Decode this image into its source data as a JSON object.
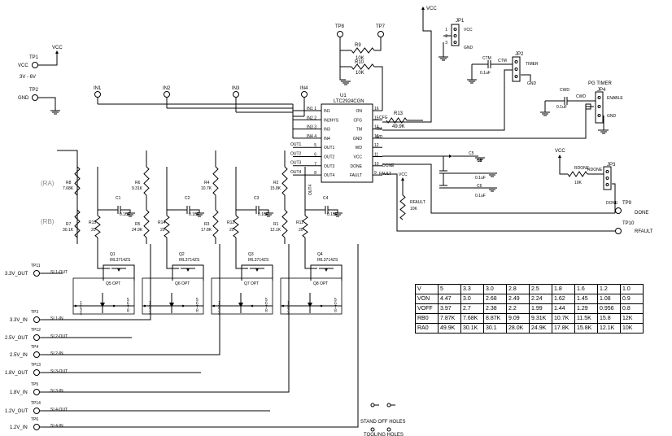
{
  "ic": {
    "ref": "U1",
    "part": "LTC2924CGN",
    "left_pins": [
      {
        "name": "IN1",
        "num": "1"
      },
      {
        "name": "IN2HYS",
        "num": "2"
      },
      {
        "name": "IN3",
        "num": "3"
      },
      {
        "name": "IN4",
        "num": "4"
      },
      {
        "name": "OUT1",
        "num": "5"
      },
      {
        "name": "OUT2",
        "num": "6"
      },
      {
        "name": "OUT3",
        "num": "7"
      },
      {
        "name": "OUT4",
        "num": "8"
      }
    ],
    "right_pins": [
      {
        "name": "ON",
        "num": "16"
      },
      {
        "name": "CFG",
        "num": "15"
      },
      {
        "name": "TM",
        "num": "14"
      },
      {
        "name": "GND",
        "num": "13"
      },
      {
        "name": "WD",
        "num": "12"
      },
      {
        "name": "VCC",
        "num": "11"
      },
      {
        "name": "DONE",
        "num": "10"
      },
      {
        "name": "FAULT",
        "num": "9"
      }
    ]
  },
  "top_inputs": [
    "IN1",
    "IN2",
    "IN3",
    "IN4"
  ],
  "test_points": [
    {
      "ref": "TP1",
      "name": "VCC",
      "extra": "3V - 6V"
    },
    {
      "ref": "TP2",
      "name": "GND"
    },
    {
      "ref": "TP8"
    },
    {
      "ref": "TP7"
    },
    {
      "ref": "TP9",
      "name": "DONE"
    },
    {
      "ref": "TP10",
      "name": "RFAULT"
    },
    {
      "ref": "TP11",
      "name": "3.3V_OUT"
    },
    {
      "ref": "TP3",
      "name": "3.3V_IN"
    },
    {
      "ref": "TP12",
      "name": "2.5V_OUT"
    },
    {
      "ref": "TP4",
      "name": "2.5V_IN"
    },
    {
      "ref": "TP13",
      "name": "1.8V_OUT"
    },
    {
      "ref": "TP5",
      "name": "1.8V_IN"
    },
    {
      "ref": "TP14",
      "name": "1.2V_OUT"
    },
    {
      "ref": "TP6",
      "name": "1.2V_IN"
    }
  ],
  "net_labels": {
    "left": [
      "SI 1-OUT",
      "SI 1-IN",
      "SI 2-OUT",
      "SI 2-IN",
      "SI 3-OUT",
      "SI 3-IN",
      "SI 4-OUT",
      "SI 4-IN"
    ],
    "pin_nets": [
      "IN1",
      "IN2",
      "IN3",
      "IN4",
      "OUT1",
      "OUT2",
      "OUT3",
      "OUT4"
    ],
    "right": [
      "CFG",
      "TM",
      "WD",
      "DONE",
      "FAULT",
      "CTM",
      "CWD",
      "RDONE"
    ]
  },
  "vcc": "VCC",
  "resistors": [
    {
      "ref": "R9",
      "val": "10K"
    },
    {
      "ref": "R10",
      "val": "10K"
    },
    {
      "ref": "R13",
      "val": "49.9K"
    },
    {
      "ref": "R8",
      "val": "7.68K"
    },
    {
      "ref": "R7",
      "val": "30.1K"
    },
    {
      "ref": "R6",
      "val": "9.31K"
    },
    {
      "ref": "R5",
      "val": "24.9K"
    },
    {
      "ref": "R4",
      "val": "10.7K"
    },
    {
      "ref": "R3",
      "val": "17.8K"
    },
    {
      "ref": "R2",
      "val": "15.8K"
    },
    {
      "ref": "R1",
      "val": "12.1K"
    },
    {
      "ref": "R15",
      "val": "20"
    },
    {
      "ref": "R14",
      "val": "20"
    },
    {
      "ref": "R12",
      "val": "20"
    },
    {
      "ref": "R11",
      "val": "20"
    },
    {
      "ref": "RFAULT",
      "val": "10K"
    },
    {
      "ref": "RDONE",
      "val": "10K"
    }
  ],
  "capacitors": [
    {
      "ref": "C1",
      "val": "0.1uF"
    },
    {
      "ref": "C2",
      "val": "0.1uF"
    },
    {
      "ref": "C3",
      "val": "0.1uF"
    },
    {
      "ref": "C4",
      "val": "0.1uF"
    },
    {
      "ref": "C5",
      "val": "0.1uF"
    },
    {
      "ref": "C6",
      "val": "0.1uF"
    },
    {
      "ref": "CTM",
      "val": "0.1uF"
    },
    {
      "ref": "CWD",
      "val": "0.1uF"
    }
  ],
  "transistors": [
    {
      "ref": "Q1",
      "part": "IRL3714ZS"
    },
    {
      "ref": "Q2",
      "part": "IRL3714ZS"
    },
    {
      "ref": "Q3",
      "part": "IRL3714ZS"
    },
    {
      "ref": "Q4",
      "part": "IRL3714ZS"
    },
    {
      "ref": "Q5",
      "part": "OPT"
    },
    {
      "ref": "Q6",
      "part": "OPT"
    },
    {
      "ref": "Q7",
      "part": "OPT"
    },
    {
      "ref": "Q8",
      "part": "OPT"
    }
  ],
  "jumpers": [
    {
      "ref": "JP1",
      "pins": [
        "VCC",
        "GND"
      ]
    },
    {
      "ref": "JP2",
      "pins": [
        "TIMER",
        "GND"
      ]
    },
    {
      "ref": "JP4",
      "title": "PG TIMER",
      "pins": [
        "ENABLE",
        "GND"
      ]
    },
    {
      "ref": "JP3",
      "pins": [
        "DONE"
      ]
    }
  ],
  "bracket_labels": [
    "(RA)",
    "(RB)"
  ],
  "pin_numbers": [
    "1",
    "2",
    "3",
    "4",
    "5",
    "6",
    "7",
    "8"
  ],
  "table": {
    "header": [
      "V",
      "5",
      "3.3",
      "3.0",
      "2.8",
      "2.5",
      "1.8",
      "1.6",
      "1.2",
      "1.0"
    ],
    "rows": [
      [
        "VON",
        "4.47",
        "3.0",
        "2.68",
        "2.49",
        "2.24",
        "1.62",
        "1.45",
        "1.08",
        "0.9"
      ],
      [
        "VOFF",
        "3.97",
        "2.7",
        "2.38",
        "2.2",
        "1.99",
        "1.44",
        "1.29",
        "0.956",
        "0.8"
      ],
      [
        "RB0",
        "7.87K",
        "7.68K",
        "8.87K",
        "9.09",
        "9.31K",
        "10.7K",
        "11.5K",
        "15.8",
        "12K"
      ],
      [
        "RA0",
        "49.9K",
        "30.1K",
        "30.1",
        "28.0K",
        "24.9K",
        "17.8K",
        "15.8K",
        "12.1K",
        "10K"
      ]
    ]
  },
  "holes": {
    "standoff": "STAND OFF HOLES",
    "tooling": "TOOLING HOLES"
  }
}
